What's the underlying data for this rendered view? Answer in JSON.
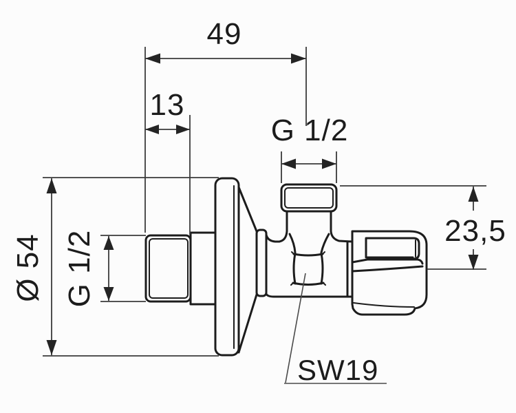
{
  "drawing": {
    "type_note": "technical-line-drawing-of-angle-valve",
    "labels": {
      "dim_width": "49",
      "dim_offset": "13",
      "thread_top": "G 1/2",
      "thread_left": "G 1/2",
      "dim_diameter": "Ø 54",
      "dim_height": "23,5",
      "wrench_size": "SW19"
    },
    "colors": {
      "background": "#fcfcfc",
      "object_line": "#1c1c1c",
      "dimension_line": "#3a3a3a",
      "arrow_fill": "#242424",
      "text": "#1c1c1c"
    }
  }
}
